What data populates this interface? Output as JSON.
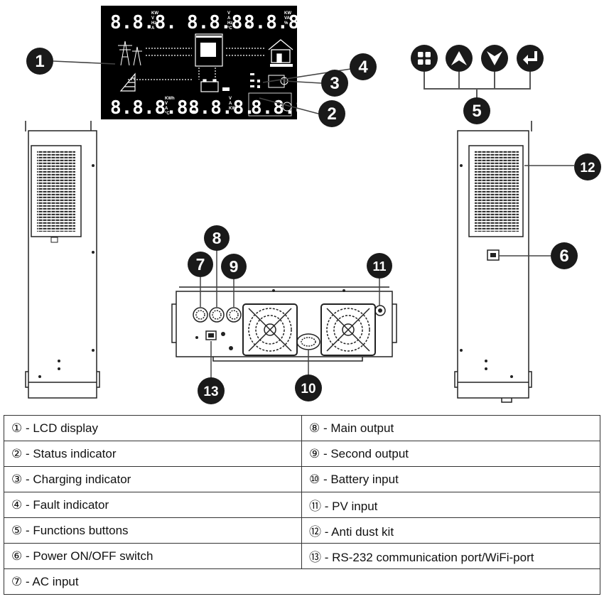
{
  "lcd": {
    "readouts": {
      "top_left": "8.8.8.",
      "top_mid": "8.8.8.",
      "top_right": "8.8.8.",
      "bottom_left": "8.8.8.8.",
      "bottom_mid": "8.8.8.",
      "bottom_right": "8.8.8."
    },
    "units": {
      "top_left": [
        "KW",
        "V",
        "Hz",
        "A"
      ],
      "top_mid": [
        "V",
        "A",
        "Hz",
        "°C"
      ],
      "top_right": [
        "KW",
        "VA",
        "%"
      ],
      "bottom_left": [
        "KWh",
        "V",
        "A",
        "°C"
      ],
      "bottom_mid": [
        "V",
        "A",
        "KW"
      ]
    }
  },
  "callouts": {
    "c1": "1",
    "c2": "2",
    "c3": "3",
    "c4": "4",
    "c5": "5",
    "c6": "6",
    "c7": "7",
    "c8": "8",
    "c9": "9",
    "c10": "10",
    "c11": "11",
    "c12": "12",
    "c13": "13"
  },
  "legend": {
    "rows": [
      {
        "left": "① - LCD display",
        "right": "⑧ - Main output"
      },
      {
        "left": "② - Status indicator",
        "right": "⑨ - Second output"
      },
      {
        "left": "③ - Charging indicator",
        "right": "⑩ - Battery input"
      },
      {
        "left": "④ - Fault indicator",
        "right": "⑪ - PV input"
      },
      {
        "left": "⑤ - Functions buttons",
        "right": "⑫ - Anti dust kit"
      },
      {
        "left": "⑥ - Power ON/OFF switch",
        "right": "⑬ - RS-232 communication port/WiFi-port"
      }
    ],
    "last": "⑦ - AC input"
  },
  "colors": {
    "lcd_bg": "#000000",
    "callout_fill": "#1a1a1a",
    "outline": "#222222"
  }
}
